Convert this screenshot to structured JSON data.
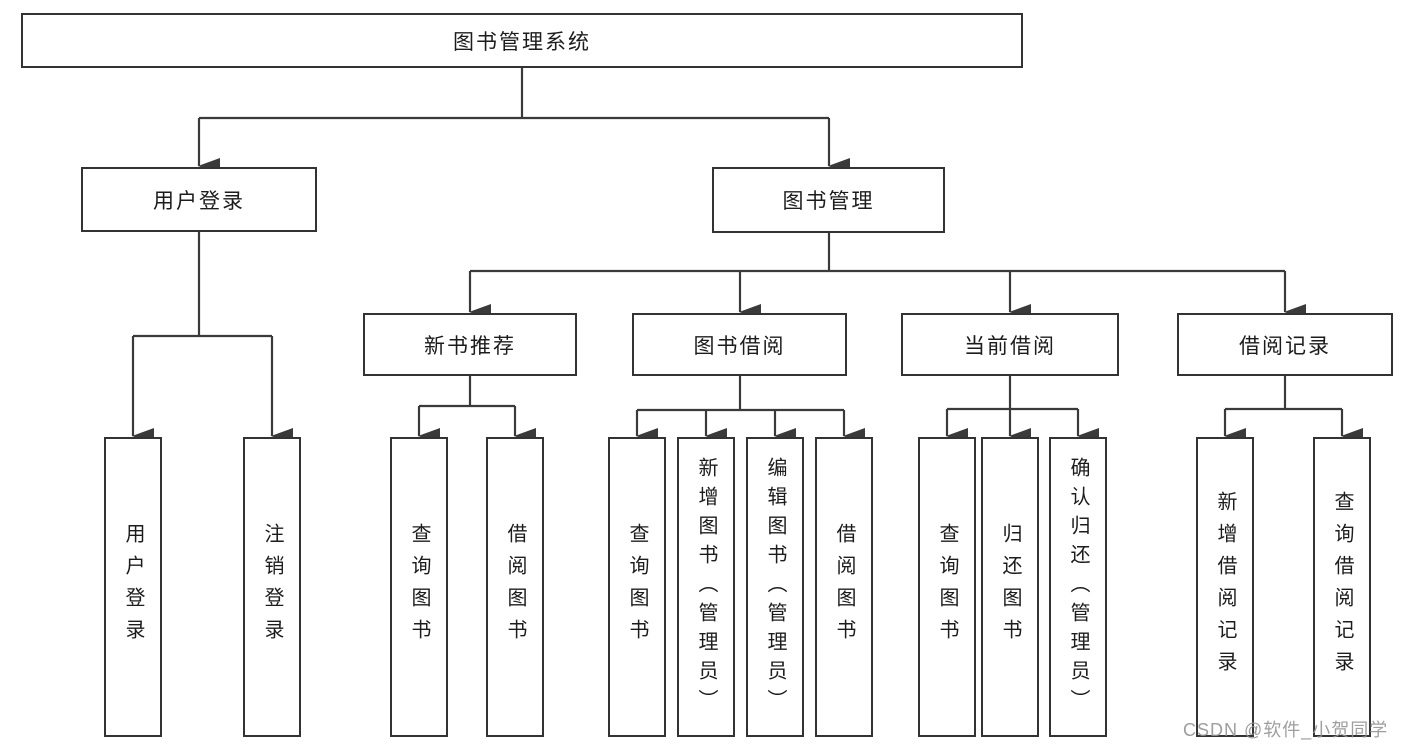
{
  "diagram": {
    "type": "hierarchy-tree",
    "watermark": "CSDN @软件_小贺同学",
    "colors": {
      "line": "#3a3a3a",
      "box_border": "#333333",
      "text": "#1c1c1c",
      "watermark": "#949494",
      "background": "#ffffff"
    },
    "tree": {
      "label": "图书管理系统",
      "children": [
        {
          "label": "用户登录",
          "children": [
            {
              "label": "用户登录"
            },
            {
              "label": "注销登录"
            }
          ]
        },
        {
          "label": "图书管理",
          "children": [
            {
              "label": "新书推荐",
              "children": [
                {
                  "label": "查询图书"
                },
                {
                  "label": "借阅图书"
                }
              ]
            },
            {
              "label": "图书借阅",
              "children": [
                {
                  "label": "查询图书"
                },
                {
                  "label": "新增图书（管理员）"
                },
                {
                  "label": "编辑图书（管理员）"
                },
                {
                  "label": "借阅图书"
                }
              ]
            },
            {
              "label": "当前借阅",
              "children": [
                {
                  "label": "查询图书"
                },
                {
                  "label": "归还图书"
                },
                {
                  "label": "确认归还（管理员）"
                }
              ]
            },
            {
              "label": "借阅记录",
              "children": [
                {
                  "label": "新增借阅记录"
                },
                {
                  "label": "查询借阅记录"
                }
              ]
            }
          ]
        }
      ]
    }
  }
}
